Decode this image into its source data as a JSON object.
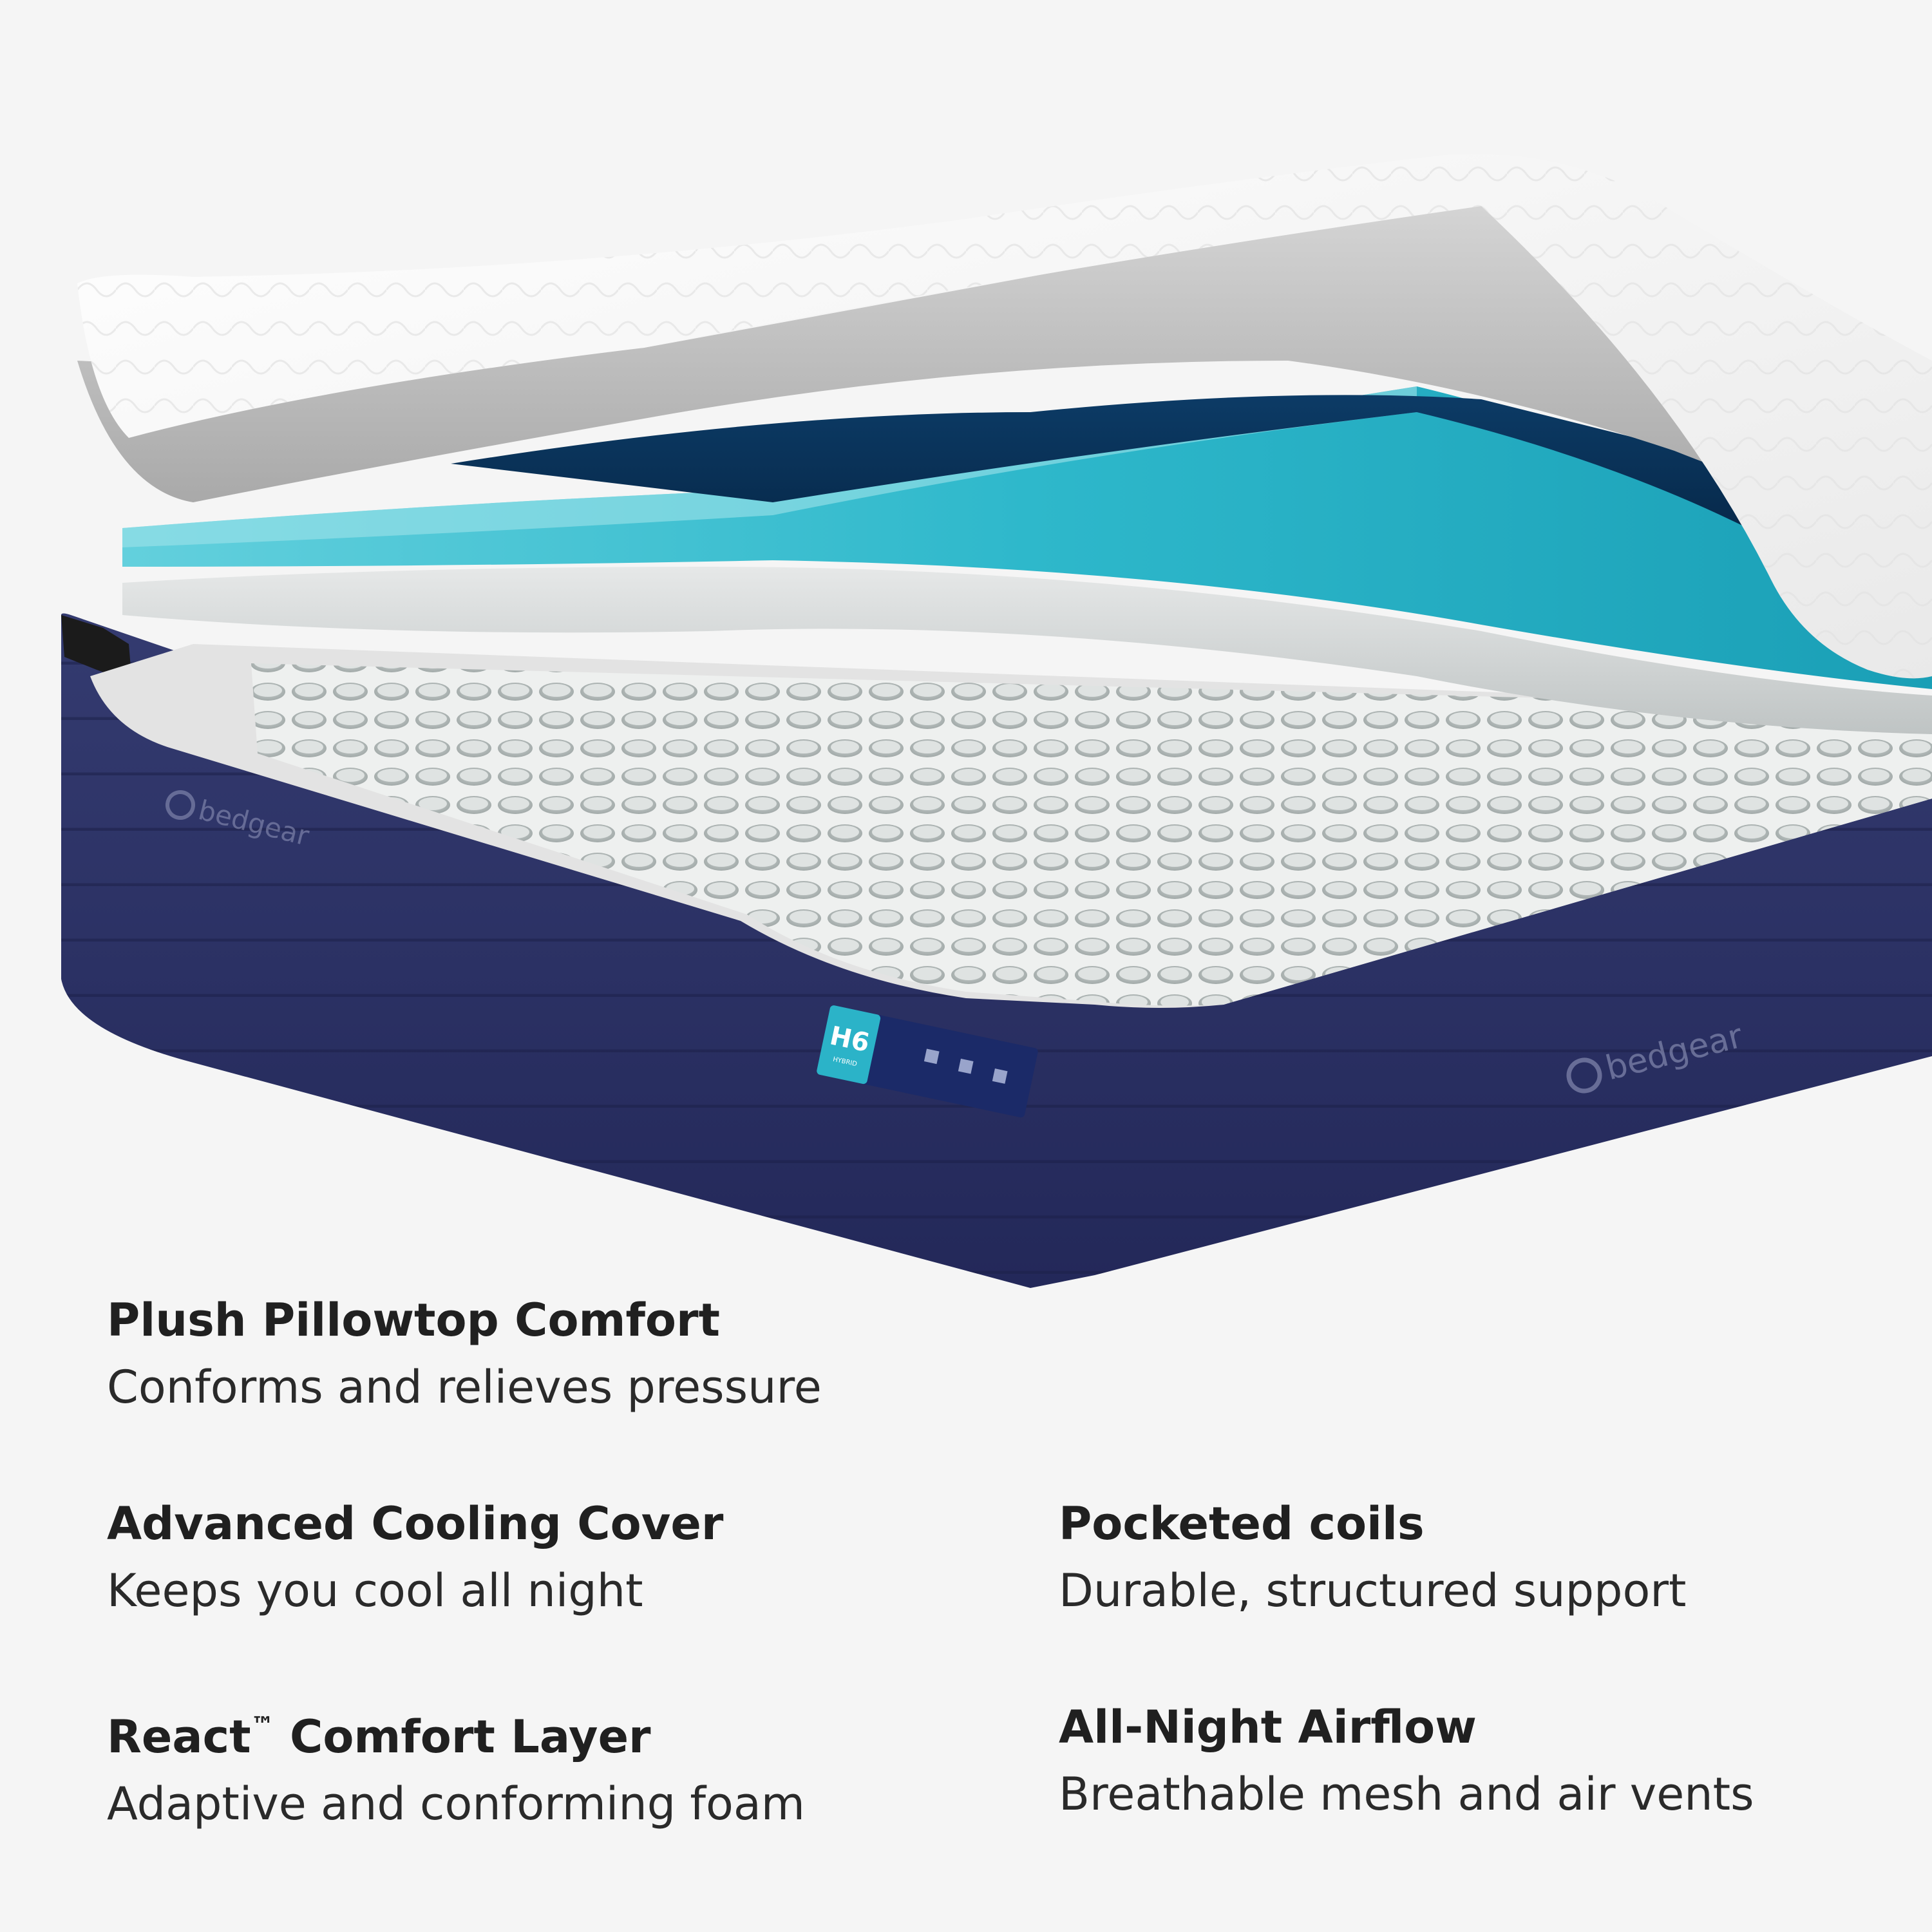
{
  "brand": {
    "logo_text": "bedgear",
    "model_badge": "H6",
    "model_sub": "HYBRID"
  },
  "features": [
    {
      "title": "Plush Pillowtop Comfort",
      "description": "Conforms and relieves pressure"
    },
    {
      "title": "Advanced Cooling Cover",
      "description": "Keeps you cool all night"
    },
    {
      "title": "React",
      "title_mark": "™",
      "title_suffix": " Comfort Layer",
      "description": "Adaptive and conforming foam"
    },
    {
      "title": "Pocketed coils",
      "description": "Durable, structured support"
    },
    {
      "title": "All-Night Airflow",
      "description": "Breathable mesh and air vents"
    }
  ],
  "colors": {
    "background": "#f5f5f5",
    "base_navy": "#2c3263",
    "foam_teal": "#2ab3c6",
    "cover_white": "#f4f4f4",
    "text": "#1f1f1f"
  }
}
